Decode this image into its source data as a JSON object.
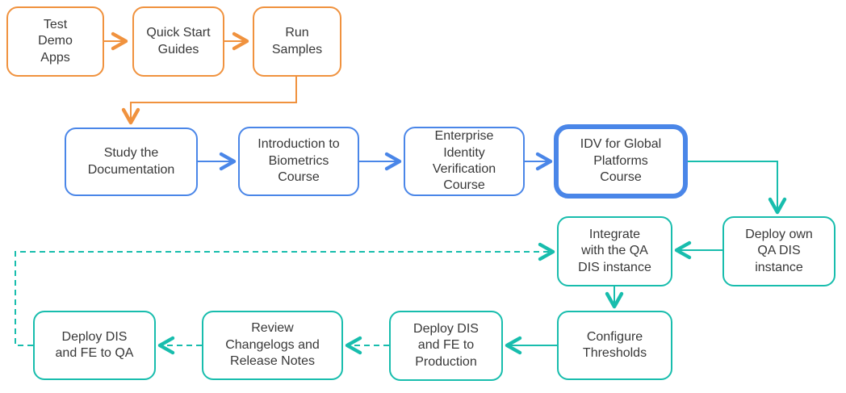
{
  "diagram": {
    "type": "flowchart",
    "colors": {
      "orange": "#F0923E",
      "blue": "#4A86E8",
      "teal": "#18BDAD",
      "text": "#383838",
      "background": "#ffffff"
    },
    "nodes": [
      {
        "id": "test-demo-apps",
        "label": "Test\nDemo\nApps",
        "color": "orange",
        "emphasized": false
      },
      {
        "id": "quick-start-guides",
        "label": "Quick Start\nGuides",
        "color": "orange",
        "emphasized": false
      },
      {
        "id": "run-samples",
        "label": "Run\nSamples",
        "color": "orange",
        "emphasized": false
      },
      {
        "id": "study-the-documentation",
        "label": "Study the\nDocumentation",
        "color": "blue",
        "emphasized": false
      },
      {
        "id": "introduction-to-biometrics-course",
        "label": "Introduction to\nBiometrics\nCourse",
        "color": "blue",
        "emphasized": false
      },
      {
        "id": "enterprise-identity-verification-course",
        "label": "Enterprise\nIdentity\nVerification\nCourse",
        "color": "blue",
        "emphasized": false
      },
      {
        "id": "idv-for-global-platforms-course",
        "label": "IDV for Global\nPlatforms\nCourse",
        "color": "blue",
        "emphasized": true
      },
      {
        "id": "integrate-with-the-qa-dis-instance",
        "label": "Integrate\nwith the QA\nDIS instance",
        "color": "teal",
        "emphasized": false
      },
      {
        "id": "deploy-own-qa-dis-instance",
        "label": "Deploy own\nQA DIS\ninstance",
        "color": "teal",
        "emphasized": false
      },
      {
        "id": "deploy-dis-and-fe-to-qa",
        "label": "Deploy DIS\nand FE to QA",
        "color": "teal",
        "emphasized": false
      },
      {
        "id": "review-changelogs-and-release-notes",
        "label": "Review\nChangelogs and\nRelease Notes",
        "color": "teal",
        "emphasized": false
      },
      {
        "id": "deploy-dis-and-fe-to-production",
        "label": "Deploy DIS\nand FE to\nProduction",
        "color": "teal",
        "emphasized": false
      },
      {
        "id": "configure-thresholds",
        "label": "Configure\nThresholds",
        "color": "teal",
        "emphasized": false
      }
    ],
    "connections": [
      {
        "from": "test-demo-apps",
        "to": "quick-start-guides",
        "style": "solid",
        "color": "orange"
      },
      {
        "from": "quick-start-guides",
        "to": "run-samples",
        "style": "solid",
        "color": "orange"
      },
      {
        "from": "run-samples",
        "to": "study-the-documentation",
        "style": "solid",
        "color": "orange"
      },
      {
        "from": "study-the-documentation",
        "to": "introduction-to-biometrics-course",
        "style": "solid",
        "color": "blue"
      },
      {
        "from": "introduction-to-biometrics-course",
        "to": "enterprise-identity-verification-course",
        "style": "solid",
        "color": "blue"
      },
      {
        "from": "enterprise-identity-verification-course",
        "to": "idv-for-global-platforms-course",
        "style": "solid",
        "color": "blue"
      },
      {
        "from": "idv-for-global-platforms-course",
        "to": "deploy-own-qa-dis-instance",
        "style": "solid",
        "color": "teal"
      },
      {
        "from": "deploy-own-qa-dis-instance",
        "to": "integrate-with-the-qa-dis-instance",
        "style": "solid",
        "color": "teal"
      },
      {
        "from": "integrate-with-the-qa-dis-instance",
        "to": "configure-thresholds",
        "style": "solid",
        "color": "teal"
      },
      {
        "from": "configure-thresholds",
        "to": "deploy-dis-and-fe-to-production",
        "style": "solid",
        "color": "teal"
      },
      {
        "from": "deploy-dis-and-fe-to-production",
        "to": "review-changelogs-and-release-notes",
        "style": "dashed",
        "color": "teal"
      },
      {
        "from": "review-changelogs-and-release-notes",
        "to": "deploy-dis-and-fe-to-qa",
        "style": "dashed",
        "color": "teal"
      },
      {
        "from": "deploy-dis-and-fe-to-qa",
        "to": "integrate-with-the-qa-dis-instance",
        "style": "dashed",
        "color": "teal"
      }
    ]
  }
}
